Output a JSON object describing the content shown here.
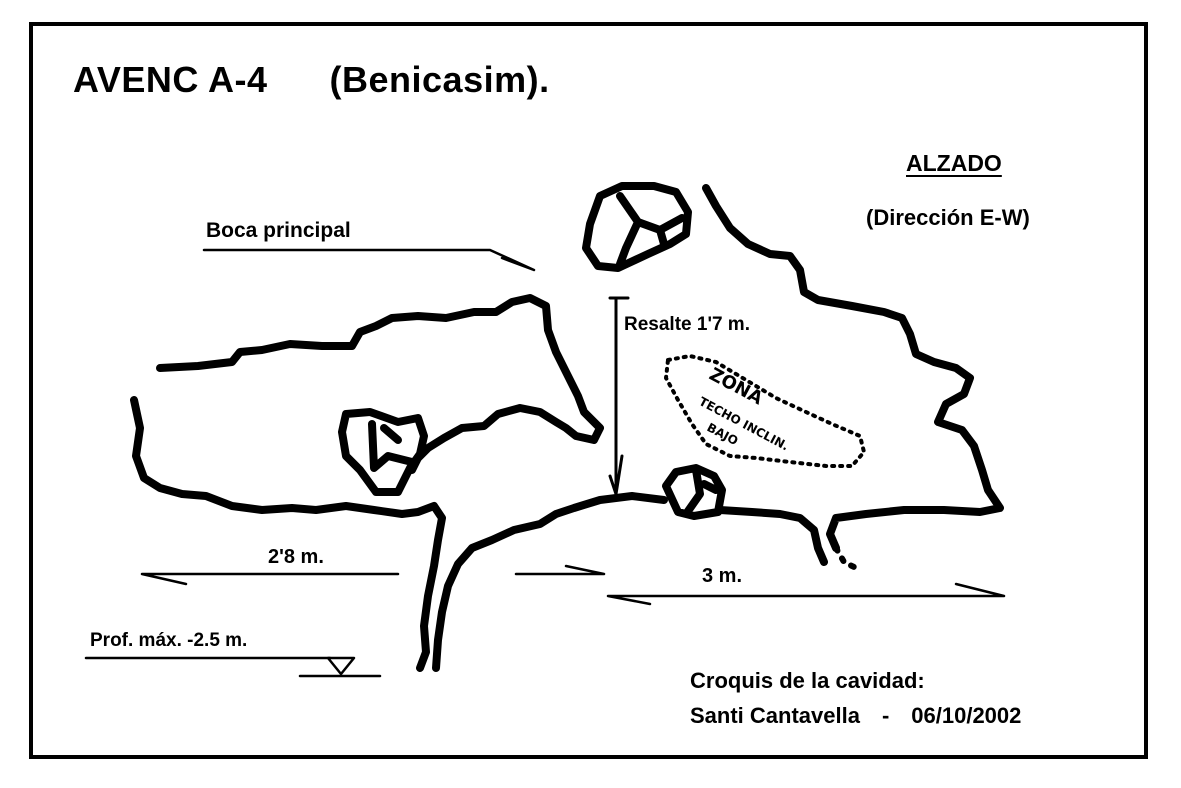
{
  "title": {
    "name": "AVENC  A-4",
    "place": "(Benicasim)."
  },
  "view": {
    "label": "ALZADO",
    "direction": "(Dirección E-W)"
  },
  "labels": {
    "entrance": "Boca principal",
    "step": "Resalte 1'7 m.",
    "width_left": "2'8 m.",
    "width_right": "3 m.",
    "max_depth": "Prof. máx. -2.5 m.",
    "zone_line1": "ZONA",
    "zone_line2": "TECHO INCLIN.",
    "zone_line3": "BAJO"
  },
  "credits": {
    "line1": "Croquis de la cavidad:",
    "author": "Santi Cantavella",
    "separator": "-",
    "date": "06/10/2002"
  },
  "colors": {
    "ink": "#000000",
    "paper": "#ffffff"
  }
}
